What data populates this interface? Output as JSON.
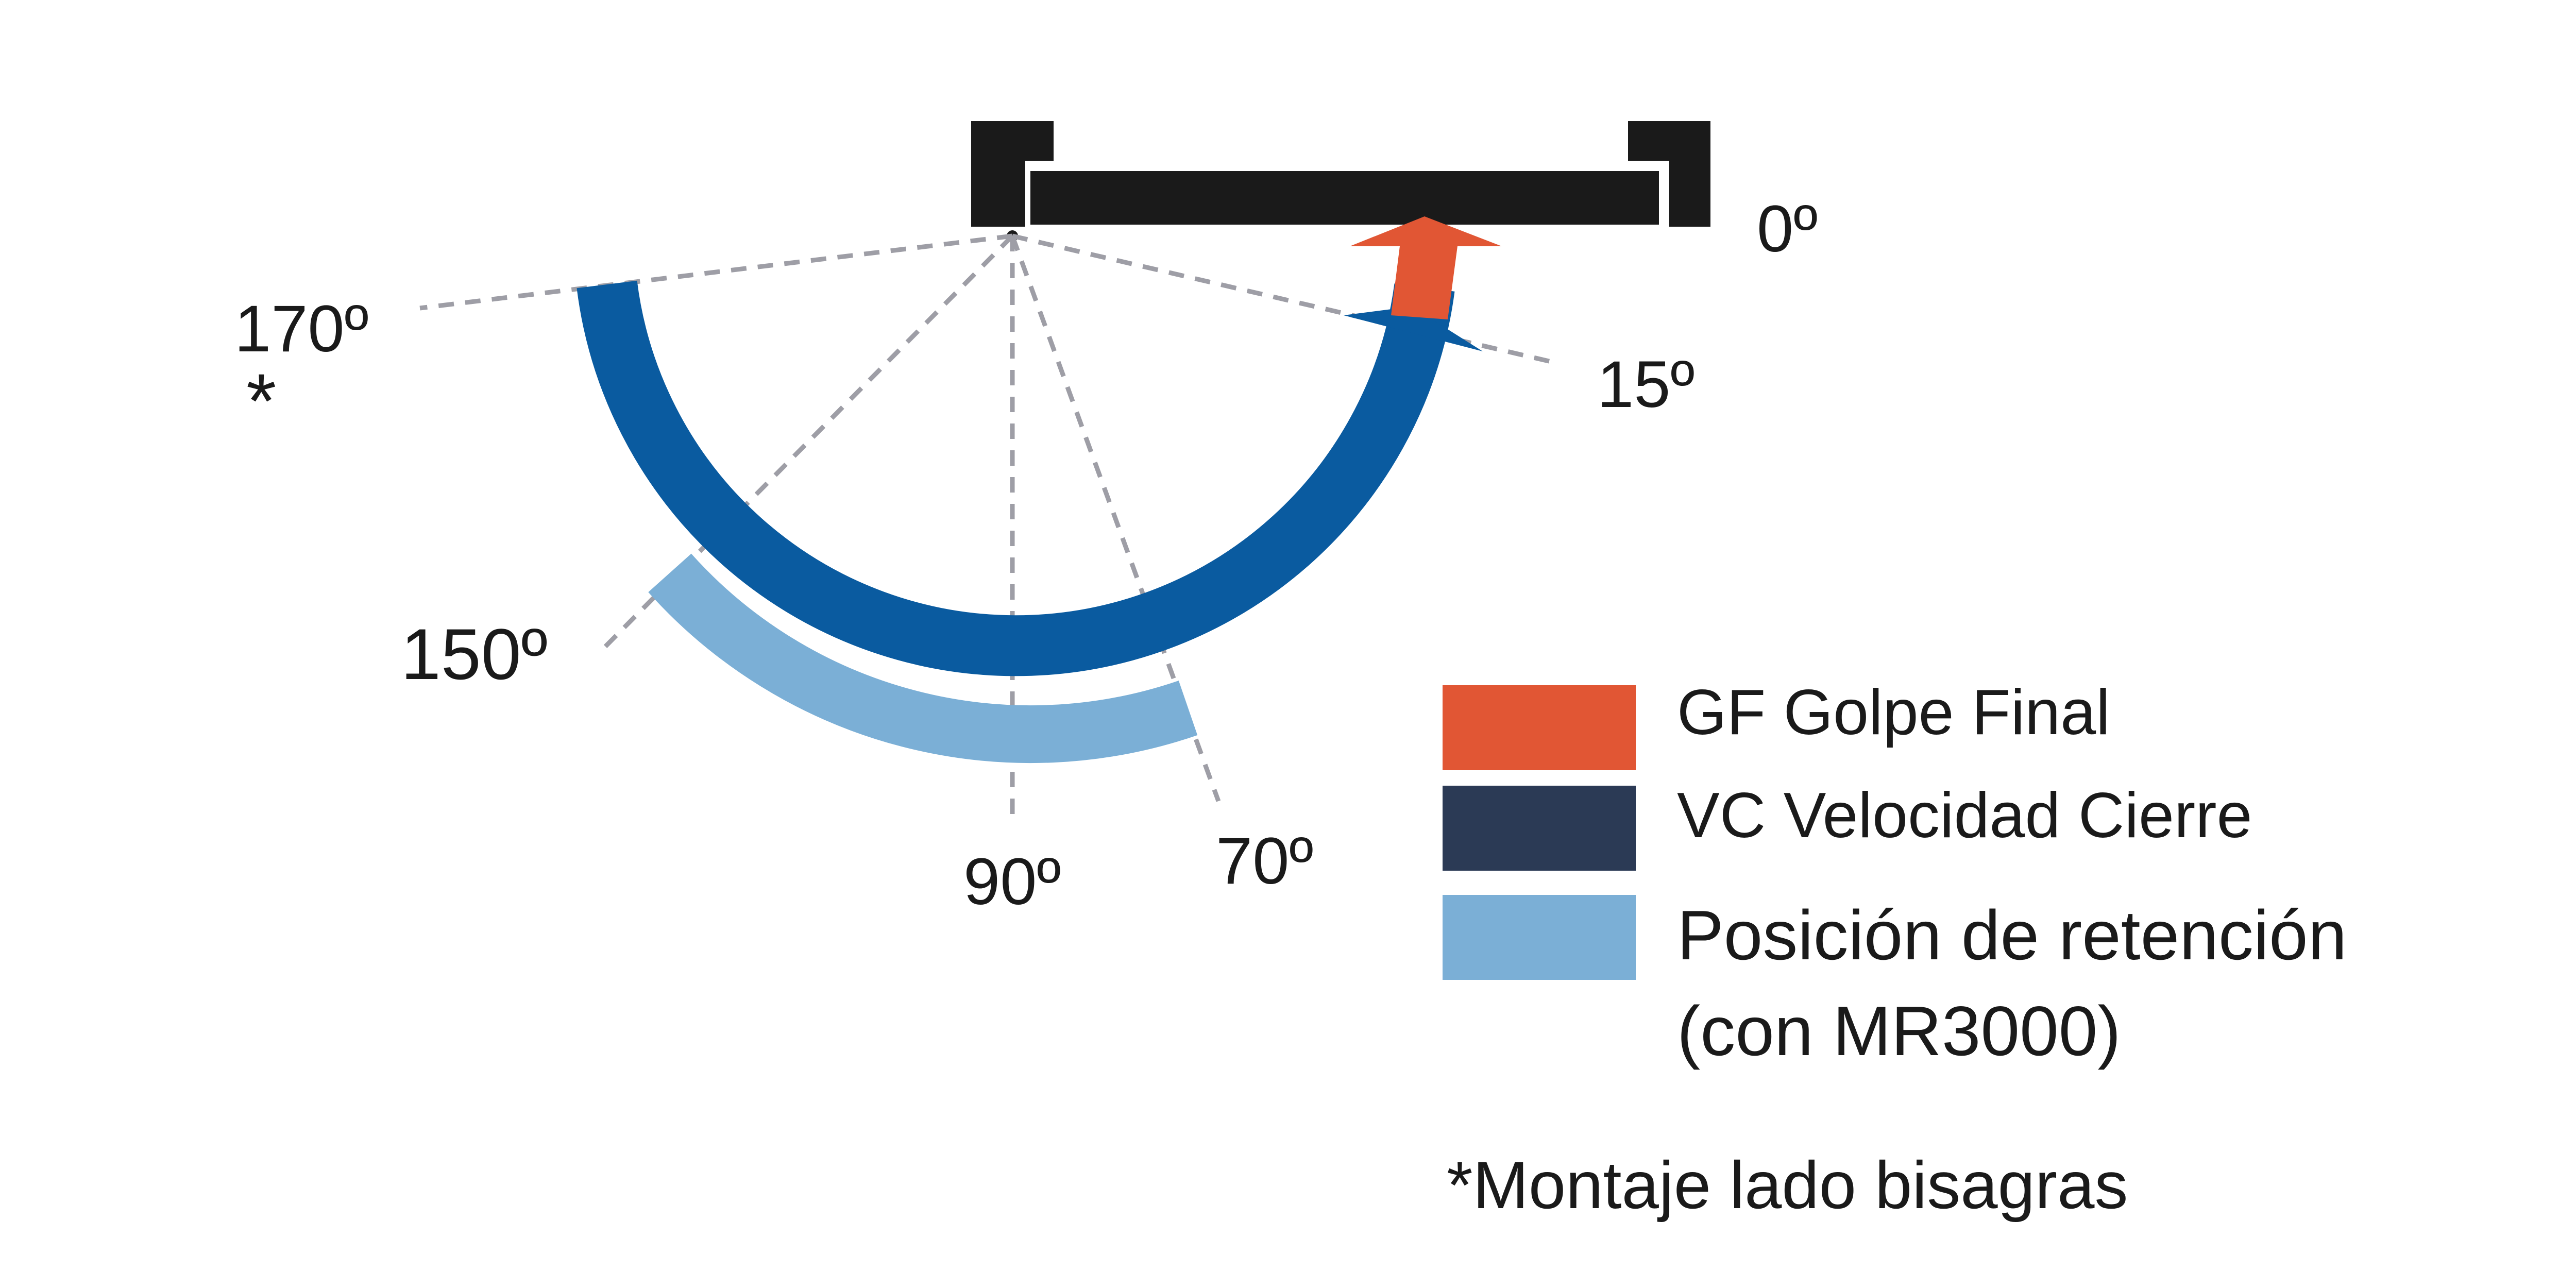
{
  "angles": {
    "a0": "0º",
    "a15": "15º",
    "a70": "70º",
    "a90": "90º",
    "a150": "150º",
    "a170": "170º",
    "marker": "*"
  },
  "legend": {
    "items": [
      {
        "text": "GF Golpe Final",
        "color": "#e15634"
      },
      {
        "text": "VC Velocidad Cierre",
        "color": "#2b3a55"
      },
      {
        "text_line1": "Posición de retención",
        "text_line2": "(con MR3000)",
        "color": "#7bafd6"
      }
    ]
  },
  "footnote": "*Montaje lado bisagras",
  "colors": {
    "door": "#1a1a1a",
    "closing_arc": "#0a5ba0",
    "final_latch": "#e15634",
    "hold_open": "#7bafd6",
    "guides": "#9e9ea6"
  }
}
